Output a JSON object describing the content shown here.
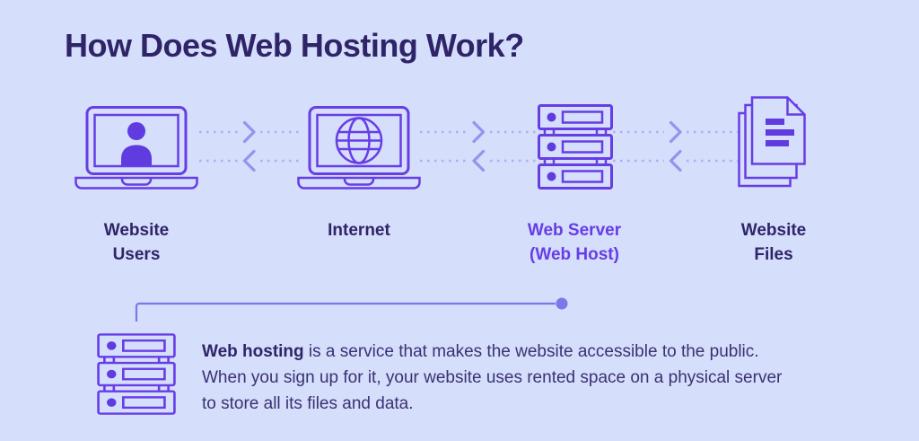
{
  "title": "How Does Web Hosting Work?",
  "colors": {
    "background": "#d5defb",
    "heading": "#2f2468",
    "body_text": "#3a3173",
    "purple": "#673de6",
    "fill_purple": "#5f3be0",
    "dash": "#b1aef2",
    "chevron": "#9792ef",
    "connector": "#7e76ea"
  },
  "nodes": [
    {
      "id": "website-users",
      "icon": "laptop-user-icon",
      "line1": "Website",
      "line2": "Users"
    },
    {
      "id": "internet",
      "icon": "laptop-globe-icon",
      "line1": "Internet",
      "line2": ""
    },
    {
      "id": "web-server",
      "icon": "server-stack-icon",
      "line1": "Web Server",
      "line2": "(Web Host)"
    },
    {
      "id": "website-files",
      "icon": "document-stack-icon",
      "line1": "Website",
      "line2": "Files"
    }
  ],
  "flow": {
    "forward_direction": "right",
    "return_direction": "left",
    "connections": [
      "website-users → internet",
      "internet → web-server",
      "web-server → website-files"
    ]
  },
  "description": {
    "lead": "Web hosting",
    "line1_rest": " is a service that makes the website accessible to the public.",
    "line2": "When you sign up for it, your website uses rented space on a physical server",
    "line3": "to store all its files and data."
  }
}
